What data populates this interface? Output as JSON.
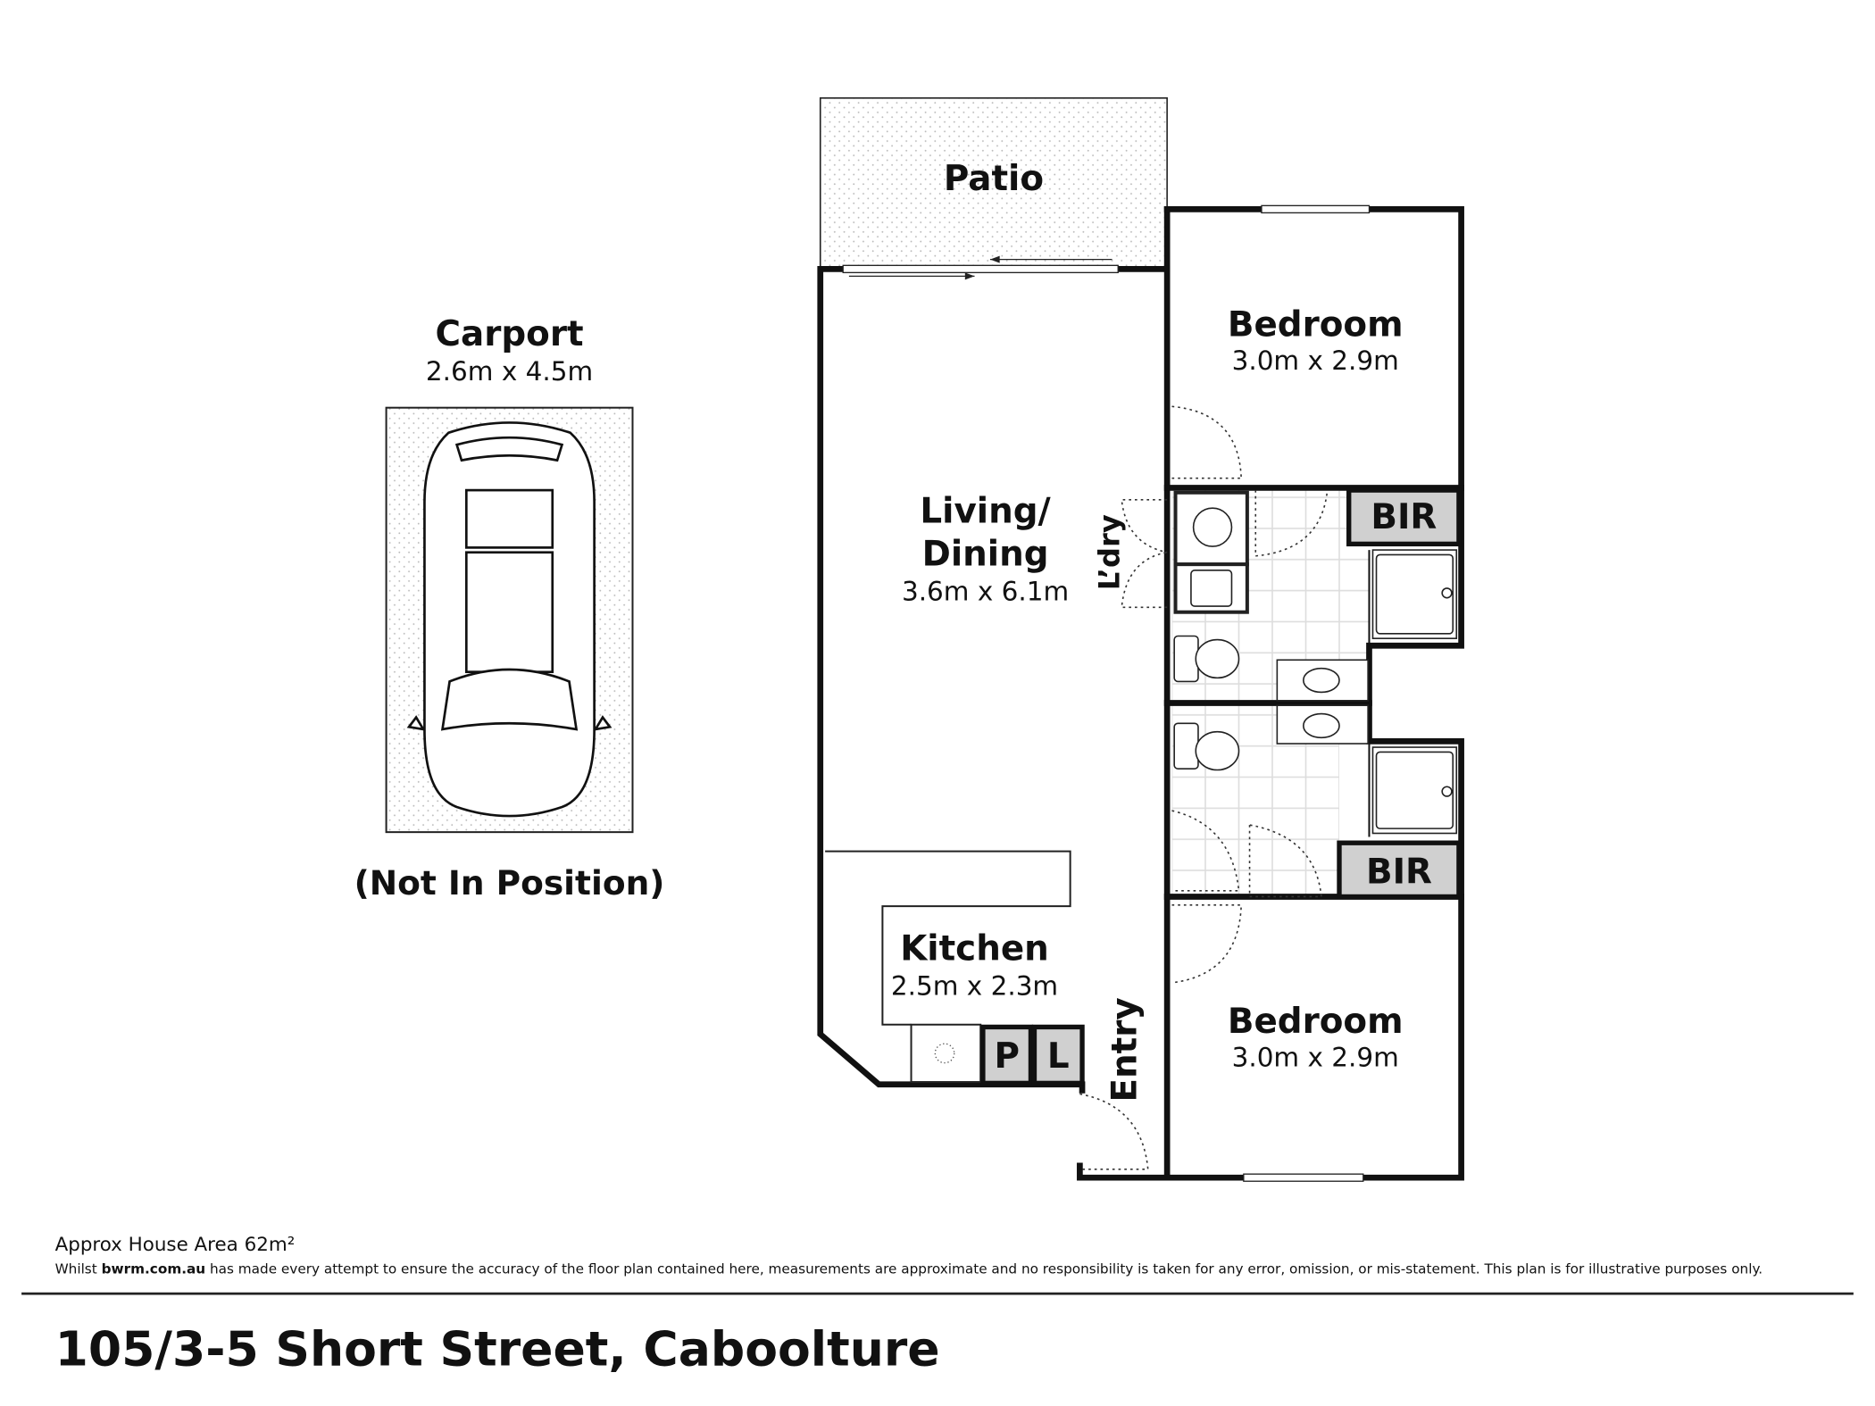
{
  "rooms": {
    "patio": {
      "name": "Patio"
    },
    "carport": {
      "name": "Carport",
      "dims": "2.6m x 4.5m",
      "note": "(Not In Position)"
    },
    "bedroom1": {
      "name": "Bedroom",
      "dims": "3.0m x 2.9m"
    },
    "bedroom2": {
      "name": "Bedroom",
      "dims": "3.0m x 2.9m"
    },
    "living": {
      "name_line1": "Living/",
      "name_line2": "Dining",
      "dims": "3.6m x 6.1m"
    },
    "kitchen": {
      "name": "Kitchen",
      "dims": "2.5m x 2.3m"
    },
    "laundry": {
      "name": "L’dry"
    },
    "entry": {
      "name": "Entry"
    },
    "bir1": {
      "name": "BIR"
    },
    "bir2": {
      "name": "BIR"
    },
    "pantry": {
      "name": "P"
    },
    "linen": {
      "name": "L"
    }
  },
  "footer": {
    "area": "Approx House Area 62m²",
    "disclaimer_prefix": "Whilst ",
    "disclaimer_brand": "bwrm.com.au",
    "disclaimer_rest": " has made every attempt to ensure the accuracy of the floor plan contained here, measurements are approximate and no responsibility is taken for any error, omission, or mis-statement. This plan is for illustrative purposes only.",
    "address": "105/3-5 Short Street, Caboolture"
  },
  "colors": {
    "wall": "#111111",
    "cupboard": "#d0d0d0",
    "tile": "#dcdcdc"
  }
}
